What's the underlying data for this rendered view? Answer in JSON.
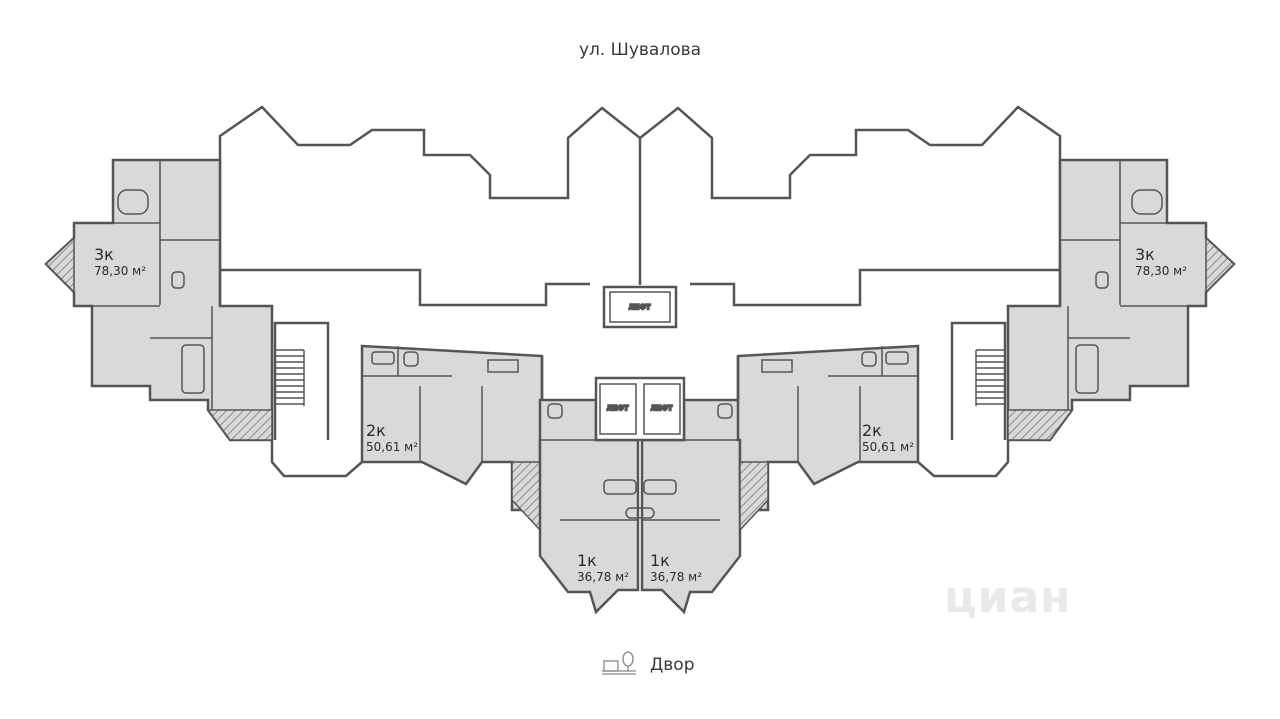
{
  "street_label": "ул. Шувалова",
  "yard_label": "Двор",
  "lift_label": "ЛИФТ",
  "watermark": "циан",
  "colors": {
    "apartment_fill": "#d9d9d9",
    "wall": "#555555",
    "hatch": "#8a8a8a",
    "background": "#ffffff"
  },
  "apartments": [
    {
      "id": "left-3k",
      "rooms": "3к",
      "area": "78,30 м²"
    },
    {
      "id": "left-2k",
      "rooms": "2к",
      "area": "50,61 м²"
    },
    {
      "id": "left-1k",
      "rooms": "1к",
      "area": "36,78 м²"
    },
    {
      "id": "right-1k",
      "rooms": "1к",
      "area": "36,78 м²"
    },
    {
      "id": "right-2k",
      "rooms": "2к",
      "area": "50,61 м²"
    },
    {
      "id": "right-3k",
      "rooms": "3к",
      "area": "78,30 м²"
    }
  ]
}
